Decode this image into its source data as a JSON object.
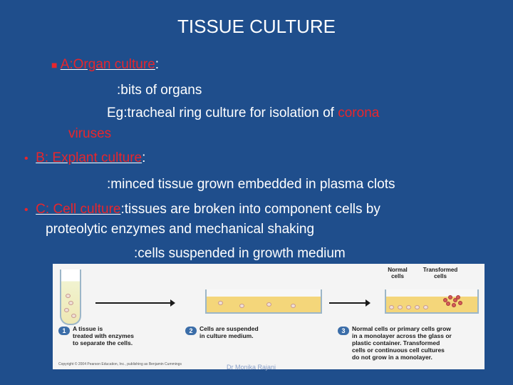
{
  "title": "TISSUE CULTURE",
  "a_label": "A:Organ culture",
  "a_colon": ":",
  "a_line2": ":bits of organs",
  "a_line3_pre": "Eg:tracheal ring culture for isolation of ",
  "a_line3_red": "corona",
  "a_line4": "viruses",
  "b_label": "B: Explant culture",
  "b_colon": ":",
  "b_line2": ":minced tissue grown embedded in plasma clots",
  "c_label": "C: Cell culture",
  "c_text": ":tissues are broken into component cells by",
  "c_line2": "proteolytic enzymes and mechanical shaking",
  "c_line3": ":cells suspended in growth medium",
  "figure": {
    "label_normal": "Normal\ncells",
    "label_transformed": "Transformed\ncells",
    "step1_num": "1",
    "step1_text": "A tissue is\ntreated with enzymes\nto separate the cells.",
    "step2_num": "2",
    "step2_text": "Cells are suspended\nin culture medium.",
    "step3_num": "3",
    "step3_text": "Normal cells or primary cells grow\nin a monolayer across the glass or\nplastic container. Transformed\ncells or continuous cell cultures\ndo not grow in a monolayer.",
    "copyright": "Copyright © 2004 Pearson Education, Inc., publishing as Benjamin Cummings"
  },
  "footer": "Dr Monika Rajani",
  "colors": {
    "background": "#1f4e8c",
    "accent": "#e8262c",
    "text": "#ffffff"
  }
}
